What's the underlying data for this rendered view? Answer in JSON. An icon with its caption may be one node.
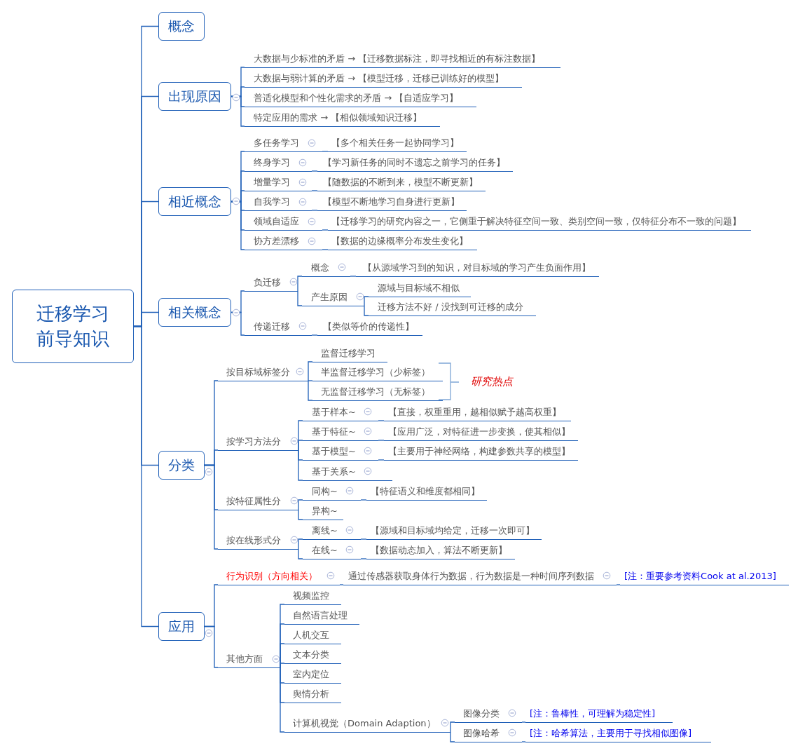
{
  "diagram": {
    "nodes": [
      {
        "text": [
          "迁移学习前导知识"
        ]
      },
      {
        "text": [
          "概念"
        ]
      },
      {
        "text": [
          "出现原因"
        ]
      },
      {
        "text": [
          "相近概念"
        ]
      },
      {
        "text": [
          "相关概念"
        ]
      },
      {
        "text": [
          "分类"
        ]
      },
      {
        "text": [
          "应用"
        ]
      },
      {
        "text": [
          "大数据与少标准的矛盾 → 【迁移数据标注，即寻找相近的有标注数据】"
        ]
      },
      {
        "text": [
          "大数据与弱计算的矛盾 → 【模型迁移，迁移已训练好的模型】"
        ]
      },
      {
        "text": [
          "普适化模型和个性化需求的矛盾 → 【自适应学习】"
        ]
      },
      {
        "text": [
          "特定应用的需求 → 【相似领域知识迁移】"
        ]
      },
      {
        "text": [
          "多任务学习"
        ]
      },
      {
        "text": [
          "【多个相关任务一起协同学习】"
        ]
      },
      {
        "text": [
          "终身学习"
        ]
      },
      {
        "text": [
          "【学习新任务的同时不遗忘之前学习的任务】"
        ]
      },
      {
        "text": [
          "增量学习"
        ]
      },
      {
        "text": [
          "【随数据的不断到来，模型不断更新】"
        ]
      },
      {
        "text": [
          "自我学习"
        ]
      },
      {
        "text": [
          "【模型不断地学习自身进行更新】"
        ]
      },
      {
        "text": [
          "领域自适应"
        ]
      },
      {
        "text": [
          "【迁移学习的研究内容之一，它侧重于解决特征空间一致、类别空间一致，仅特征分布不一致的问题】"
        ]
      },
      {
        "text": [
          "协方差漂移"
        ]
      },
      {
        "text": [
          "【数据的边缘概率分布发生变化】"
        ]
      },
      {
        "text": [
          "负迁移"
        ]
      },
      {
        "text": [
          "概念"
        ]
      },
      {
        "text": [
          "【从源域学习到的知识，对目标域的学习产生负面作用】"
        ]
      },
      {
        "text": [
          "产生原因"
        ]
      },
      {
        "text": [
          "源域与目标域不相似"
        ]
      },
      {
        "text": [
          "迁移方法不好 / 没找到可迁移的成分"
        ]
      },
      {
        "text": [
          "传递迁移"
        ]
      },
      {
        "text": [
          "【类似等价的传递性】"
        ]
      },
      {
        "text": [
          "按目标域标签分"
        ]
      },
      {
        "text": [
          "监督迁移学习"
        ]
      },
      {
        "text": [
          "半监督迁移学习（少标签）"
        ]
      },
      {
        "text": [
          "无监督迁移学习（无标签）"
        ]
      },
      {
        "text": [
          "按学习方法分"
        ]
      },
      {
        "text": [
          "基于样本~"
        ]
      },
      {
        "text": [
          "【直接，权重重用，越相似赋予越高权重】"
        ]
      },
      {
        "text": [
          "基于特征~"
        ]
      },
      {
        "text": [
          "【应用广泛，对特征进一步变换，使其相似】"
        ]
      },
      {
        "text": [
          "基于模型~"
        ]
      },
      {
        "text": [
          "【主要用于神经网络，构建参数共享的模型】"
        ]
      },
      {
        "text": [
          "基于关系~"
        ]
      },
      {
        "text": [
          "按特征属性分"
        ]
      },
      {
        "text": [
          "同构~"
        ]
      },
      {
        "text": [
          "【特征语义和维度都相同】"
        ]
      },
      {
        "text": [
          "异构~"
        ]
      },
      {
        "text": [
          "按在线形式分"
        ]
      },
      {
        "text": [
          "离线~"
        ]
      },
      {
        "text": [
          "【源域和目标域均给定，迁移一次即可】"
        ]
      },
      {
        "text": [
          "在线~"
        ]
      },
      {
        "text": [
          "【数据动态加入，算法不断更新】"
        ]
      },
      {
        "text": [
          "行为识别（方向相关）"
        ]
      },
      {
        "text": [
          "通过传感器获取身体行为数据，行为数据是一种时间序列数据"
        ]
      },
      {
        "text": [
          "[注：重要参考资料Cook at al.2013]"
        ]
      },
      {
        "text": [
          "其他方面"
        ]
      },
      {
        "text": [
          "视频监控"
        ]
      },
      {
        "text": [
          "自然语言处理"
        ]
      },
      {
        "text": [
          "人机交互"
        ]
      },
      {
        "text": [
          "文本分类"
        ]
      },
      {
        "text": [
          "室内定位"
        ]
      },
      {
        "text": [
          "舆情分析"
        ]
      },
      {
        "text": [
          "计算机视觉（Domain Adaption）"
        ]
      },
      {
        "text": [
          "图像分类"
        ]
      },
      {
        "text": [
          "[注：鲁棒性，可理解为稳定性]"
        ]
      },
      {
        "text": [
          "图像哈希"
        ]
      },
      {
        "text": [
          "[注：哈希算法，主要用于寻找相似图像]"
        ]
      }
    ],
    "edges": [
      {
        "from": 0,
        "to": 1,
        "arrow": "none"
      },
      {
        "from": 0,
        "to": 2,
        "arrow": "none"
      },
      {
        "from": 0,
        "to": 3,
        "arrow": "none"
      },
      {
        "from": 0,
        "to": 4,
        "arrow": "none"
      },
      {
        "from": 0,
        "to": 5,
        "arrow": "none"
      },
      {
        "from": 0,
        "to": 6,
        "arrow": "none"
      },
      {
        "from": 2,
        "to": 7,
        "arrow": "none"
      },
      {
        "from": 2,
        "to": 8,
        "arrow": "none"
      },
      {
        "from": 2,
        "to": 9,
        "arrow": "none"
      },
      {
        "from": 2,
        "to": 10,
        "arrow": "none"
      },
      {
        "from": 3,
        "to": 11,
        "arrow": "none"
      },
      {
        "from": 11,
        "to": 12,
        "arrow": "none"
      },
      {
        "from": 3,
        "to": 13,
        "arrow": "none"
      },
      {
        "from": 13,
        "to": 14,
        "arrow": "none"
      },
      {
        "from": 3,
        "to": 15,
        "arrow": "none"
      },
      {
        "from": 15,
        "to": 16,
        "arrow": "none"
      },
      {
        "from": 3,
        "to": 17,
        "arrow": "none"
      },
      {
        "from": 17,
        "to": 18,
        "arrow": "none"
      },
      {
        "from": 3,
        "to": 19,
        "arrow": "none"
      },
      {
        "from": 19,
        "to": 20,
        "arrow": "none"
      },
      {
        "from": 3,
        "to": 21,
        "arrow": "none"
      },
      {
        "from": 21,
        "to": 22,
        "arrow": "none"
      },
      {
        "from": 4,
        "to": 23,
        "arrow": "none"
      },
      {
        "from": 23,
        "to": 24,
        "arrow": "none"
      },
      {
        "from": 24,
        "to": 25,
        "arrow": "none"
      },
      {
        "from": 23,
        "to": 26,
        "arrow": "none"
      },
      {
        "from": 26,
        "to": 27,
        "arrow": "none"
      },
      {
        "from": 26,
        "to": 28,
        "arrow": "none"
      },
      {
        "from": 4,
        "to": 29,
        "arrow": "none"
      },
      {
        "from": 29,
        "to": 30,
        "arrow": "none"
      },
      {
        "from": 5,
        "to": 31,
        "arrow": "none"
      },
      {
        "from": 31,
        "to": 32,
        "arrow": "none"
      },
      {
        "from": 31,
        "to": 33,
        "arrow": "none"
      },
      {
        "from": 31,
        "to": 34,
        "arrow": "none"
      },
      {
        "from": 5,
        "to": 35,
        "arrow": "none"
      },
      {
        "from": 35,
        "to": 36,
        "arrow": "none"
      },
      {
        "from": 36,
        "to": 37,
        "arrow": "none"
      },
      {
        "from": 35,
        "to": 38,
        "arrow": "none"
      },
      {
        "from": 38,
        "to": 39,
        "arrow": "none"
      },
      {
        "from": 35,
        "to": 40,
        "arrow": "none"
      },
      {
        "from": 40,
        "to": 41,
        "arrow": "none"
      },
      {
        "from": 35,
        "to": 42,
        "arrow": "none"
      },
      {
        "from": 5,
        "to": 43,
        "arrow": "none"
      },
      {
        "from": 43,
        "to": 44,
        "arrow": "none"
      },
      {
        "from": 44,
        "to": 45,
        "arrow": "none"
      },
      {
        "from": 43,
        "to": 46,
        "arrow": "none"
      },
      {
        "from": 5,
        "to": 47,
        "arrow": "none"
      },
      {
        "from": 47,
        "to": 48,
        "arrow": "none"
      },
      {
        "from": 48,
        "to": 49,
        "arrow": "none"
      },
      {
        "from": 47,
        "to": 50,
        "arrow": "none"
      },
      {
        "from": 50,
        "to": 51,
        "arrow": "none"
      },
      {
        "from": 6,
        "to": 52,
        "arrow": "none"
      },
      {
        "from": 52,
        "to": 53,
        "arrow": "none"
      },
      {
        "from": 53,
        "to": 54,
        "arrow": "none"
      },
      {
        "from": 6,
        "to": 55,
        "arrow": "none"
      },
      {
        "from": 55,
        "to": 56,
        "arrow": "none"
      },
      {
        "from": 55,
        "to": 57,
        "arrow": "none"
      },
      {
        "from": 55,
        "to": 58,
        "arrow": "none"
      },
      {
        "from": 55,
        "to": 59,
        "arrow": "none"
      },
      {
        "from": 55,
        "to": 60,
        "arrow": "none"
      },
      {
        "from": 55,
        "to": 61,
        "arrow": "none"
      },
      {
        "from": 55,
        "to": 62,
        "arrow": "none"
      },
      {
        "from": 62,
        "to": 63,
        "arrow": "none"
      },
      {
        "from": 63,
        "to": 64,
        "arrow": "none"
      },
      {
        "from": 62,
        "to": 65,
        "arrow": "none"
      },
      {
        "from": 65,
        "to": 66,
        "arrow": "none"
      }
    ],
    "labels": [
      "研究热点"
    ]
  }
}
